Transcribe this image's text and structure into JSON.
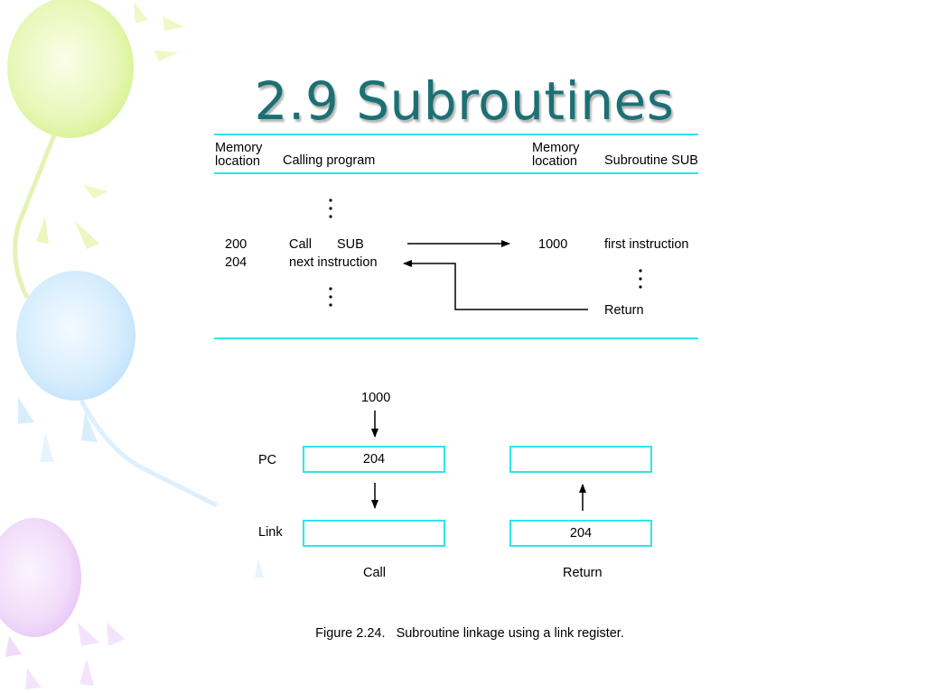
{
  "title": "2.9 Subroutines",
  "table": {
    "headers": {
      "mem_left": [
        "Memory",
        "location"
      ],
      "calling_program": "Calling program",
      "mem_right": [
        "Memory",
        "location"
      ],
      "subroutine_sub": "Subroutine SUB"
    },
    "calling_rows": [
      {
        "location": "200",
        "instruction": "Call",
        "operand": "SUB"
      },
      {
        "location": "204",
        "instruction": "next instruction",
        "operand": ""
      }
    ],
    "subroutine_rows": [
      {
        "location": "1000",
        "instruction": "first instruction"
      },
      {
        "location": "",
        "instruction": "Return"
      }
    ]
  },
  "registers": {
    "label_pc": "PC",
    "label_link": "Link",
    "input_value": "1000",
    "call": {
      "pc": "204",
      "link": "",
      "caption": "Call"
    },
    "return": {
      "pc": "",
      "link": "204",
      "caption": "Return"
    }
  },
  "caption": "Figure 2.24.   Subroutine linkage using a link register.",
  "colors": {
    "title": "#1b7075",
    "rule": "#2ee4ee",
    "balloon_green": "#d6f28f",
    "balloon_blue": "#bfe2fb",
    "balloon_purple": "#e8c6f5"
  }
}
